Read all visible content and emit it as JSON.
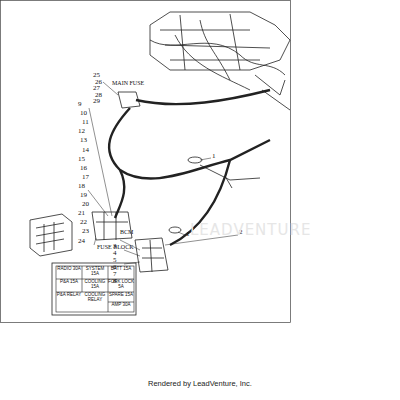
{
  "diagram": {
    "caption": "Rendered by LeadVenture, Inc.",
    "labels": [
      "MAIN FUSE",
      "25",
      "26",
      "27",
      "28",
      "29",
      "9",
      "10",
      "11",
      "12",
      "13",
      "14",
      "15",
      "16",
      "17",
      "18",
      "19",
      "20",
      "21",
      "22",
      "23",
      "24",
      "FUSE BLOCK",
      "BCM",
      "3",
      "4",
      "5",
      "6",
      "7",
      "8",
      "1",
      "1",
      "2",
      "RADIO 30A",
      "SYSTEM 15A",
      "BATT 15A",
      "P&A 15A",
      "COOLING 15A",
      "FORK LOCK 5A",
      "P&A RELAY",
      "COOLING RELAY",
      "SPARE 15A",
      "AMP 30A",
      "LEADVENTURE"
    ]
  }
}
